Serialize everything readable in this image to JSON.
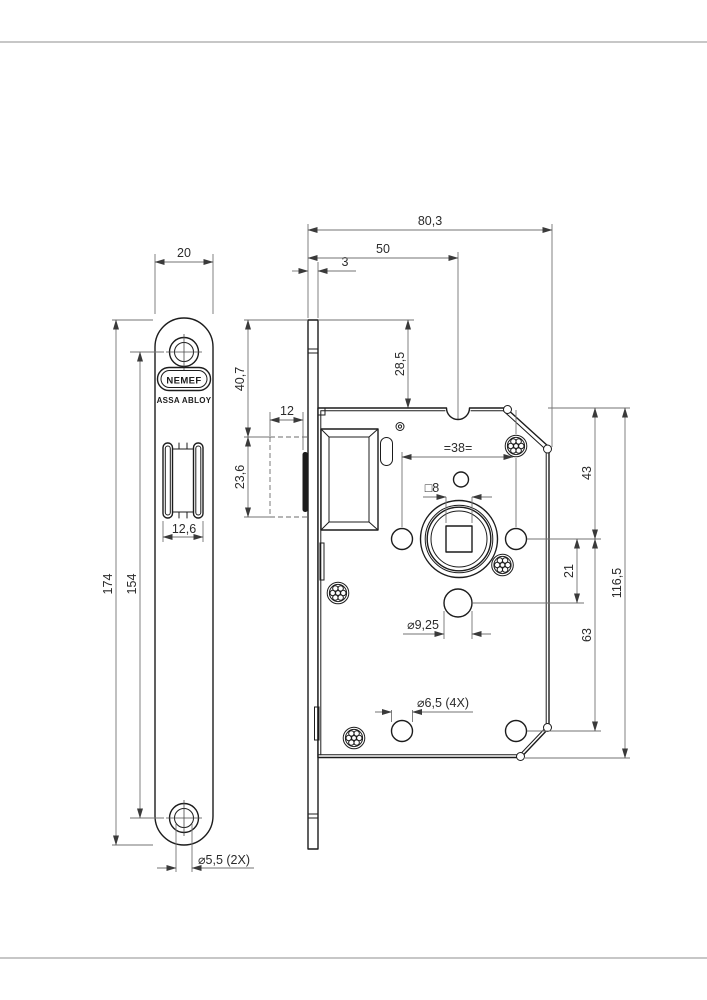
{
  "brand": {
    "name": "NEMEF",
    "group": "ASSA ABLOY"
  },
  "dims": {
    "faceplate_width": "20",
    "faceplate_length": "174",
    "screw_centers": "154",
    "latch_face_width": "12,6",
    "screw_holes": "⌀5,5 (2X)",
    "top_to_latch": "40,7",
    "latch_height": "23,6",
    "latch_throw": "12",
    "faceplate_thickness": "3",
    "backset": "50",
    "overall_depth": "80,3",
    "top_overhang": "28,5",
    "handle_centers": "=38=",
    "spindle_square": "□8",
    "center_hole": "⌀9,25",
    "fixing_holes": "⌀6,5 (4X)",
    "top_to_spindle": "43",
    "spindle_to_center_hole": "21",
    "spindle_to_lower_holes": "63",
    "case_height": "116,5"
  },
  "colors": {
    "object_line": "#1c1c1c",
    "dimension_line": "#737373",
    "text": "#2b2b2b",
    "background": "#ffffff"
  }
}
